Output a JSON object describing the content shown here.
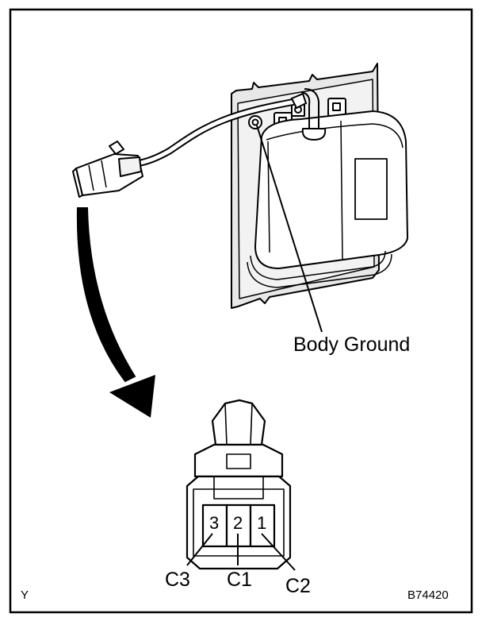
{
  "labels": {
    "body_ground": "Body Ground",
    "view_code": "Y",
    "figure_id": "B74420"
  },
  "connector": {
    "pins": [
      "3",
      "2",
      "1"
    ],
    "terminals": [
      "C3",
      "C1",
      "C2"
    ]
  },
  "colors": {
    "ink": "#000000",
    "paper": "#ffffff",
    "shade": "#e8e8e8"
  }
}
